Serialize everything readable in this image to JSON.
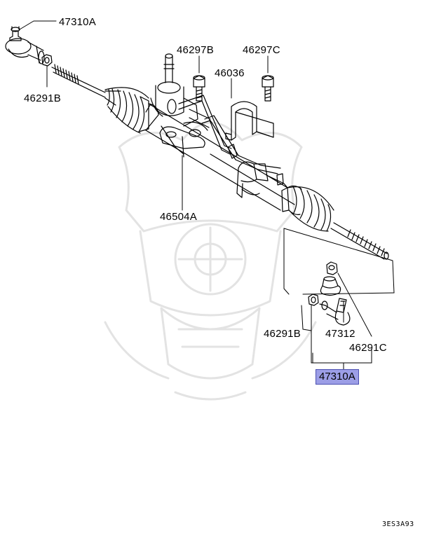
{
  "labels": {
    "tie_rod_end_top": "47310A",
    "nut_left": "46291B",
    "bolt_b": "46297B",
    "bolt_c": "46297C",
    "bracket": "46036",
    "rack_assembly": "46504A",
    "nut_right": "46291B",
    "boot_kit": "47312",
    "nut_c": "46291C",
    "tie_rod_end_highlight": "47310A"
  },
  "diagram_code": "3ES3A93",
  "colors": {
    "highlight_fill": "#9c9ee6",
    "highlight_border": "#4b4fb0",
    "line": "#000000",
    "watermark": "#e6e6e6"
  }
}
